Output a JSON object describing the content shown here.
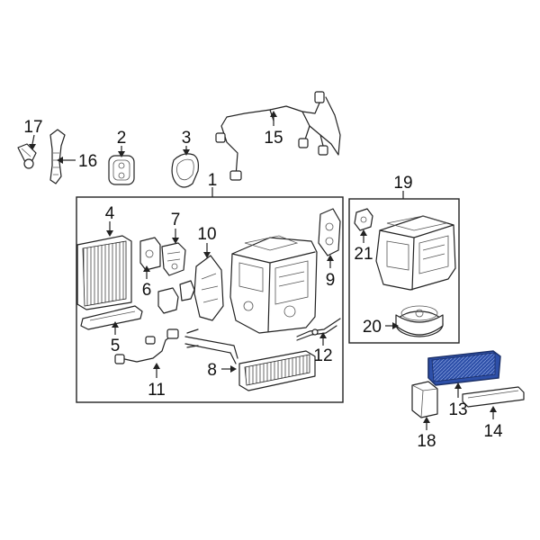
{
  "labels": {
    "p1": "1",
    "p2": "2",
    "p3": "3",
    "p4": "4",
    "p5": "5",
    "p6": "6",
    "p7": "7",
    "p8": "8",
    "p9": "9",
    "p10": "10",
    "p11": "11",
    "p12": "12",
    "p13": "13",
    "p14": "14",
    "p15": "15",
    "p16": "16",
    "p17": "17",
    "p18": "18",
    "p19": "19",
    "p20": "20",
    "p21": "21"
  },
  "colors": {
    "highlight_part": "#2d4fa8",
    "line": "#222222"
  }
}
